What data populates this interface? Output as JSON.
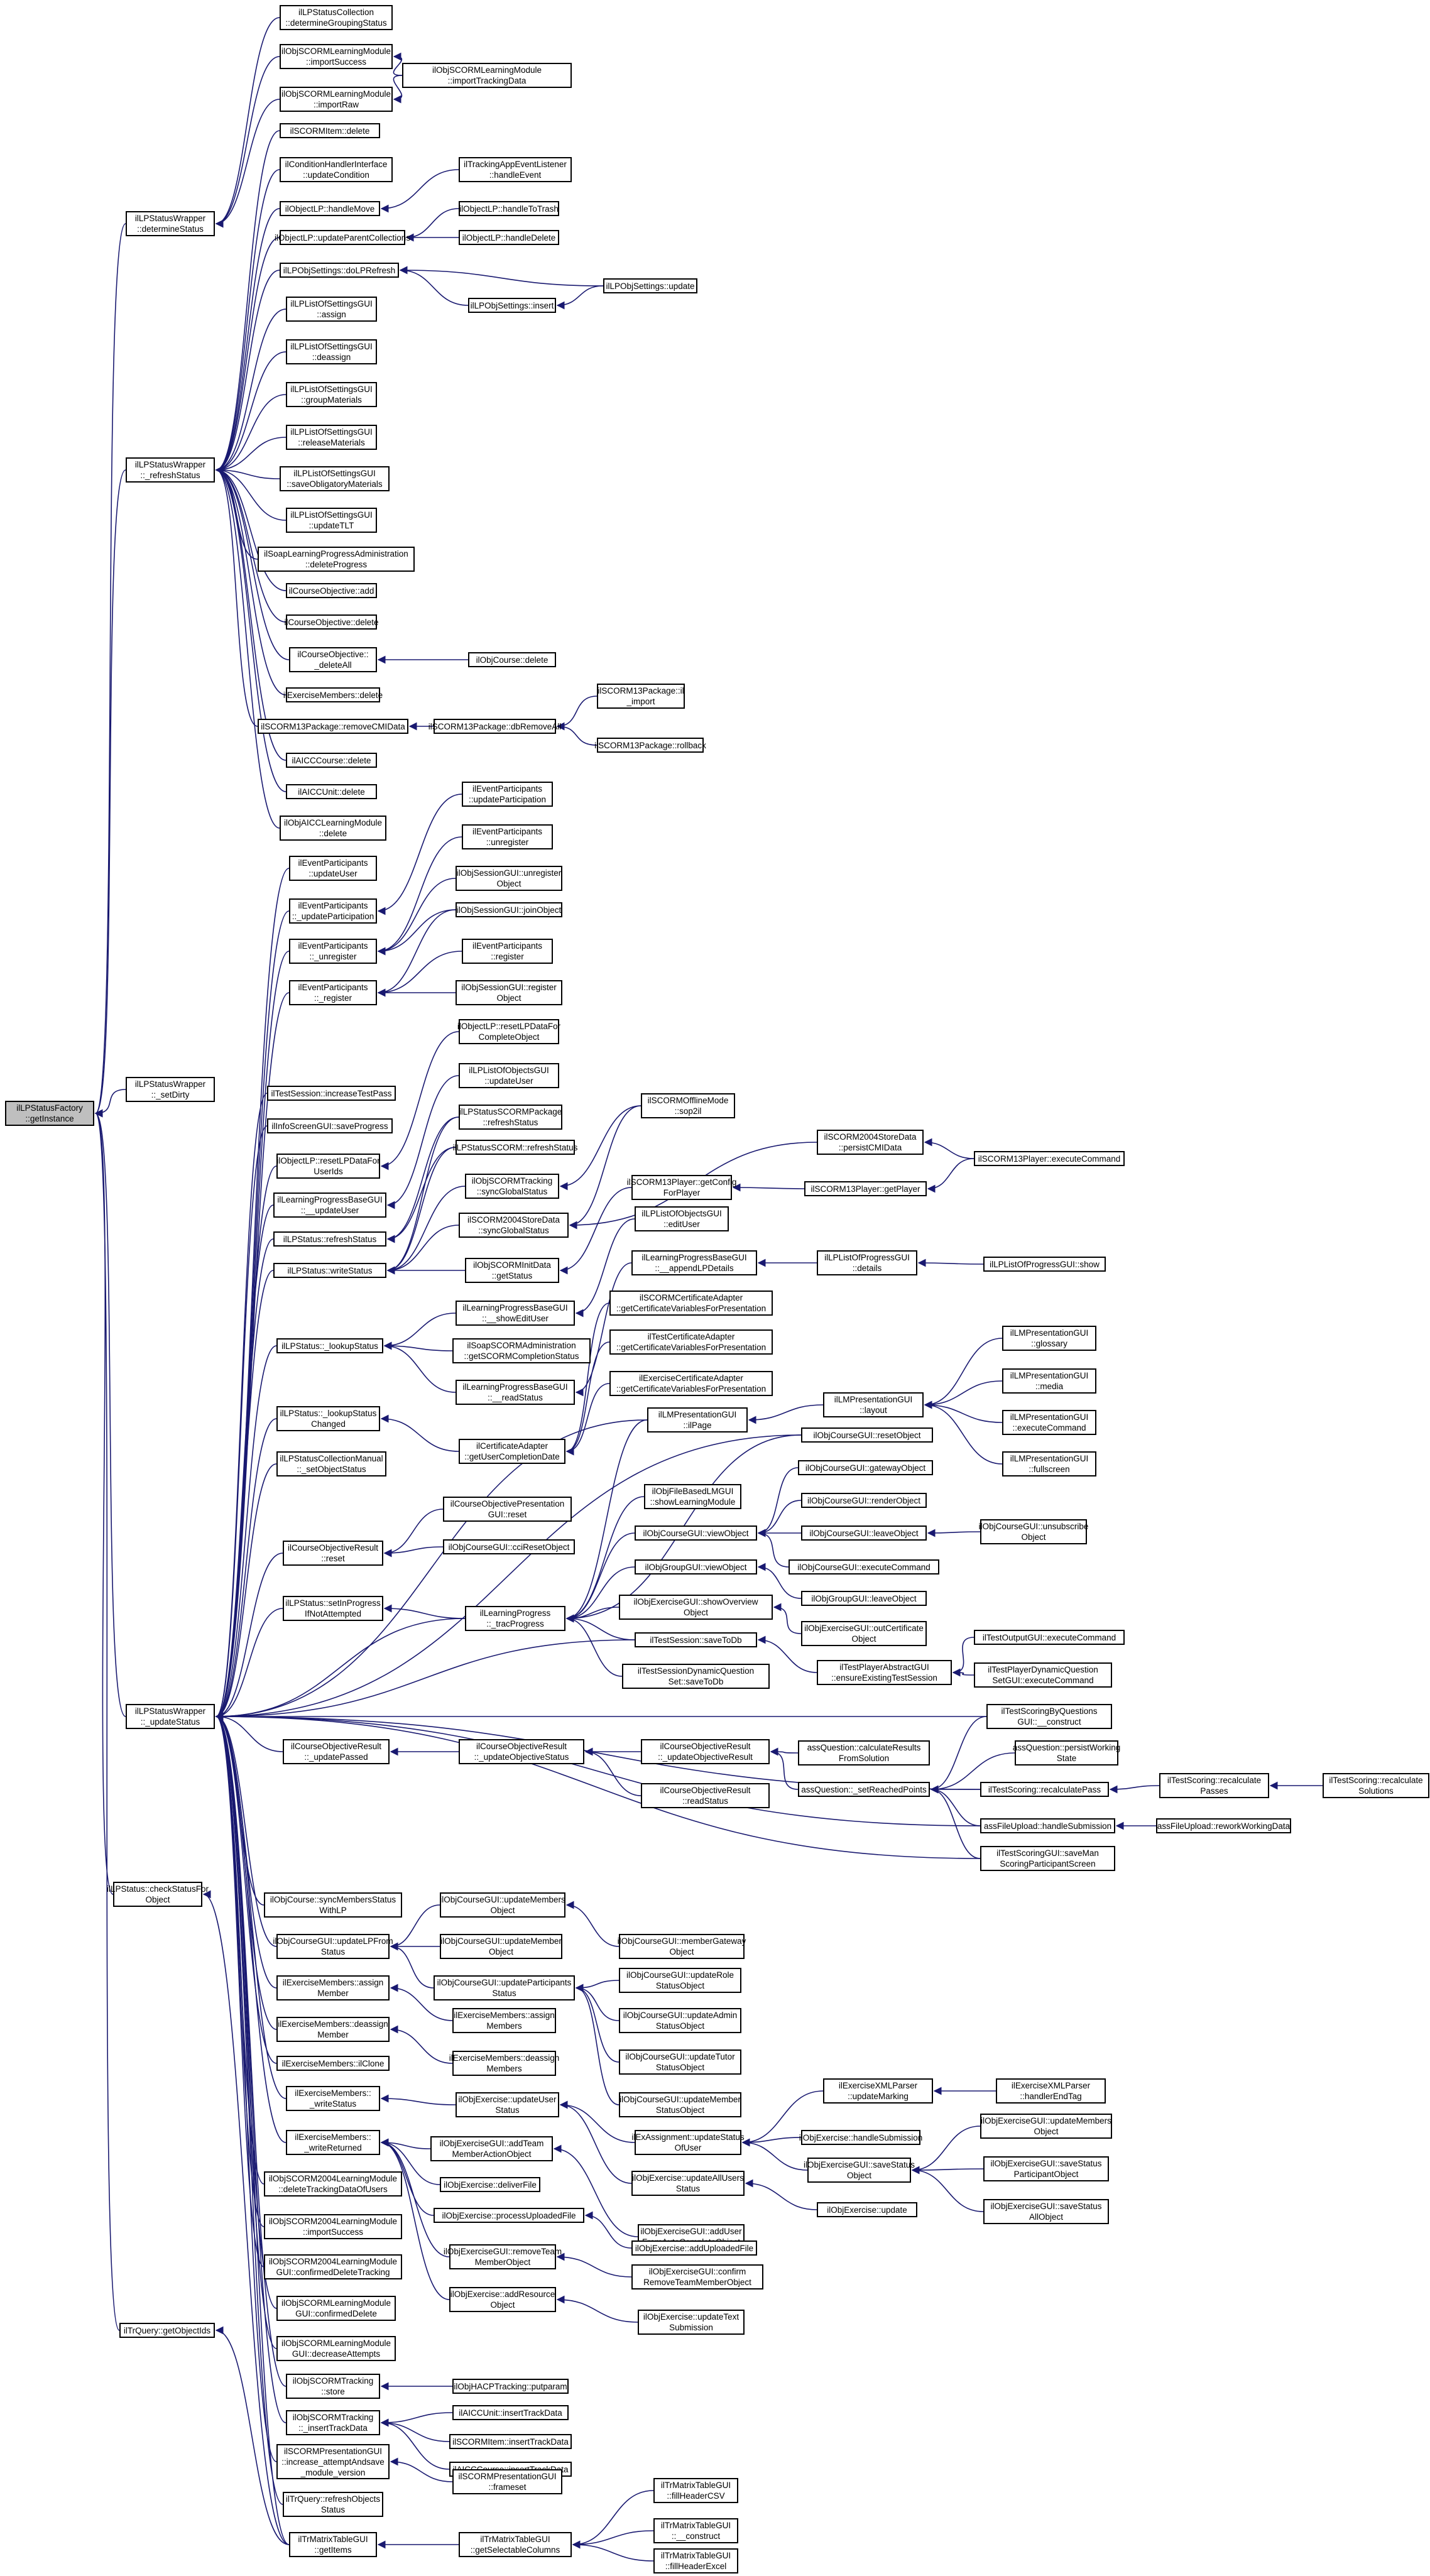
{
  "diagram": {
    "type": "call-graph",
    "colors": {
      "edge": "#191970",
      "node_border": "#000000",
      "node_fill": "#ffffff",
      "root_fill": "#bfbfbf"
    },
    "nodes": [
      {
        "id": "root",
        "label": "ilLPStatusFactory\n::getInstance"
      },
      {
        "id": "det",
        "label": "ilLPStatusWrapper\n::determineStatus"
      },
      {
        "id": "ref",
        "label": "ilLPStatusWrapper\n::_refreshStatus"
      },
      {
        "id": "setd",
        "label": "ilLPStatusWrapper\n::_setDirty"
      },
      {
        "id": "upd",
        "label": "ilLPStatusWrapper\n::_updateStatus"
      },
      {
        "id": "chk",
        "label": "ilLPStatus::checkStatusFor\nObject"
      },
      {
        "id": "trq",
        "label": "ilTrQuery::getObjectIds"
      },
      {
        "id": "d1",
        "label": "ilLPStatusCollection\n::determineGroupingStatus"
      },
      {
        "id": "d2",
        "label": "ilObjSCORMLearningModule\n::importSuccess"
      },
      {
        "id": "d3",
        "label": "ilObjSCORMLearningModule\n::importRaw"
      },
      {
        "id": "d4",
        "label": "ilObjSCORMLearningModule\n::importTrackingData"
      },
      {
        "id": "r1",
        "label": "ilSCORMItem::delete"
      },
      {
        "id": "r2",
        "label": "ilConditionHandlerInterface\n::updateCondition"
      },
      {
        "id": "r3",
        "label": "ilObjectLP::handleMove"
      },
      {
        "id": "r3a",
        "label": "ilTrackingAppEventListener\n::handleEvent"
      },
      {
        "id": "r4",
        "label": "ilObjectLP::updateParentCollections"
      },
      {
        "id": "r4a",
        "label": "ilObjectLP::handleToTrash"
      },
      {
        "id": "r4b",
        "label": "ilObjectLP::handleDelete"
      },
      {
        "id": "r5",
        "label": "ilLPObjSettings::doLPRefresh"
      },
      {
        "id": "r5a",
        "label": "ilLPObjSettings::insert"
      },
      {
        "id": "r5b",
        "label": "ilLPObjSettings::update"
      },
      {
        "id": "r6",
        "label": "ilLPListOfSettingsGUI\n::assign"
      },
      {
        "id": "r7",
        "label": "ilLPListOfSettingsGUI\n::deassign"
      },
      {
        "id": "r8",
        "label": "ilLPListOfSettingsGUI\n::groupMaterials"
      },
      {
        "id": "r9",
        "label": "ilLPListOfSettingsGUI\n::releaseMaterials"
      },
      {
        "id": "r10",
        "label": "ilLPListOfSettingsGUI\n::saveObligatoryMaterials"
      },
      {
        "id": "r11",
        "label": "ilLPListOfSettingsGUI\n::updateTLT"
      },
      {
        "id": "r12",
        "label": "ilSoapLearningProgressAdministration\n::deleteProgress"
      },
      {
        "id": "r13",
        "label": "ilCourseObjective::add"
      },
      {
        "id": "r14",
        "label": "ilCourseObjective::delete"
      },
      {
        "id": "r15",
        "label": "ilCourseObjective::\n_deleteAll"
      },
      {
        "id": "r15a",
        "label": "ilObjCourse::delete"
      },
      {
        "id": "r16",
        "label": "ilExerciseMembers::delete"
      },
      {
        "id": "r17",
        "label": "ilSCORM13Package::removeCMIData"
      },
      {
        "id": "r17a",
        "label": "ilSCORM13Package::dbRemoveAll"
      },
      {
        "id": "r17b",
        "label": "ilSCORM13Package::il\n_import"
      },
      {
        "id": "r17c",
        "label": "ilSCORM13Package::rollback"
      },
      {
        "id": "r18",
        "label": "ilAICCCourse::delete"
      },
      {
        "id": "r19",
        "label": "ilAICCUnit::delete"
      },
      {
        "id": "r20",
        "label": "ilObjAICCLearningModule\n::delete"
      },
      {
        "id": "u1",
        "label": "ilEventParticipants\n::updateUser"
      },
      {
        "id": "u2",
        "label": "ilEventParticipants\n::_updateParticipation"
      },
      {
        "id": "u3",
        "label": "ilEventParticipants\n::_unregister"
      },
      {
        "id": "u4",
        "label": "ilEventParticipants\n::_register"
      },
      {
        "id": "u2a",
        "label": "ilEventParticipants\n::updateParticipation"
      },
      {
        "id": "u3a",
        "label": "ilEventParticipants\n::unregister"
      },
      {
        "id": "u3b",
        "label": "ilObjSessionGUI::unregister\nObject"
      },
      {
        "id": "u3c",
        "label": "ilObjSessionGUI::joinObject"
      },
      {
        "id": "u4a",
        "label": "ilEventParticipants\n::register"
      },
      {
        "id": "u4b",
        "label": "ilObjSessionGUI::register\nObject"
      },
      {
        "id": "u5",
        "label": "ilTestSession::increaseTestPass"
      },
      {
        "id": "u6",
        "label": "ilInfoScreenGUI::saveProgress"
      },
      {
        "id": "u7",
        "label": "ilObjectLP::resetLPDataFor\nUserIds"
      },
      {
        "id": "u7a",
        "label": "ilObjectLP::resetLPDataFor\nCompleteObject"
      },
      {
        "id": "u8",
        "label": "ilLearningProgressBaseGUI\n::__updateUser"
      },
      {
        "id": "u8a",
        "label": "ilLPListOfObjectsGUI\n::updateUser"
      },
      {
        "id": "u9",
        "label": "ilLPStatus::refreshStatus"
      },
      {
        "id": "u9a",
        "label": "ilLPStatusSCORMPackage\n::refreshStatus"
      },
      {
        "id": "u9b",
        "label": "ilLPStatusSCORM::refreshStatus"
      },
      {
        "id": "u10",
        "label": "ilLPStatus::writeStatus"
      },
      {
        "id": "w1",
        "label": "ilObjSCORMTracking\n::syncGlobalStatus"
      },
      {
        "id": "w1a",
        "label": "ilSCORMOfflineMode\n::sop2il"
      },
      {
        "id": "w2",
        "label": "ilSCORM2004StoreData\n::syncGlobalStatus"
      },
      {
        "id": "w2a",
        "label": "ilSCORM2004StoreData\n::persistCMIData"
      },
      {
        "id": "w2b",
        "label": "ilSCORM13Player::executeCommand"
      },
      {
        "id": "w2c",
        "label": "ilSCORM13Player::getConfig\nForPlayer"
      },
      {
        "id": "w2d",
        "label": "ilSCORM13Player::getPlayer"
      },
      {
        "id": "w3",
        "label": "ilObjSCORMInitData\n::getStatus"
      },
      {
        "id": "w3a",
        "label": "ilLPListOfObjectsGUI\n::editUser"
      },
      {
        "id": "w4",
        "label": "ilLearningProgressBaseGUI\n::__showEditUser"
      },
      {
        "id": "w4a",
        "label": "ilLearningProgressBaseGUI\n::__appendLPDetails"
      },
      {
        "id": "w4b",
        "label": "ilLPListOfProgressGUI\n::details"
      },
      {
        "id": "w4c",
        "label": "ilLPListOfProgressGUI::show"
      },
      {
        "id": "u11",
        "label": "ilLPStatus::_lookupStatus"
      },
      {
        "id": "w5",
        "label": "ilSoapSCORMAdministration\n::getSCORMCompletionStatus"
      },
      {
        "id": "w6",
        "label": "ilLearningProgressBaseGUI\n::__readStatus"
      },
      {
        "id": "u12",
        "label": "ilLPStatus::_lookupStatus\nChanged"
      },
      {
        "id": "w7",
        "label": "ilCertificateAdapter\n::getUserCompletionDate"
      },
      {
        "id": "w7a",
        "label": "ilSCORMCertificateAdapter\n::getCertificateVariablesForPresentation"
      },
      {
        "id": "w7b",
        "label": "ilTestCertificateAdapter\n::getCertificateVariablesForPresentation"
      },
      {
        "id": "w7c",
        "label": "ilExerciseCertificateAdapter\n::getCertificateVariablesForPresentation"
      },
      {
        "id": "u13",
        "label": "ilLPStatusCollectionManual\n::_setObjectStatus"
      },
      {
        "id": "u14",
        "label": "ilCourseObjectiveResult\n::reset"
      },
      {
        "id": "u14a",
        "label": "ilCourseObjectivePresentation\nGUI::reset"
      },
      {
        "id": "u14b",
        "label": "ilObjCourseGUI::cciResetObject"
      },
      {
        "id": "u15",
        "label": "ilLPStatus::setInProgress\nIfNotAttempted"
      },
      {
        "id": "lm1",
        "label": "ilLMPresentationGUI\n::ilPage"
      },
      {
        "id": "lm2",
        "label": "ilLMPresentationGUI\n::layout"
      },
      {
        "id": "lm3",
        "label": "ilLMPresentationGUI\n::glossary"
      },
      {
        "id": "lm4",
        "label": "ilLMPresentationGUI\n::media"
      },
      {
        "id": "lm5",
        "label": "ilLMPresentationGUI\n::executeCommand"
      },
      {
        "id": "lm6",
        "label": "ilLMPresentationGUI\n::fullscreen"
      },
      {
        "id": "lp",
        "label": "ilLearningProgress\n::_tracProgress"
      },
      {
        "id": "c1",
        "label": "ilObjCourseGUI::resetObject"
      },
      {
        "id": "c2",
        "label": "ilObjFileBasedLMGUI\n::showLearningModule"
      },
      {
        "id": "c3",
        "label": "ilObjCourseGUI::gatewayObject"
      },
      {
        "id": "c4",
        "label": "ilObjCourseGUI::renderObject"
      },
      {
        "id": "c5",
        "label": "ilObjCourseGUI::viewObject"
      },
      {
        "id": "c6",
        "label": "ilObjCourseGUI::leaveObject"
      },
      {
        "id": "c7",
        "label": "ilObjCourseGUI::unsubscribe\nObject"
      },
      {
        "id": "c8",
        "label": "ilObjCourseGUI::executeCommand"
      },
      {
        "id": "g1",
        "label": "ilObjGroupGUI::viewObject"
      },
      {
        "id": "g2",
        "label": "ilObjGroupGUI::leaveObject"
      },
      {
        "id": "e1",
        "label": "ilObjExerciseGUI::showOverview\nObject"
      },
      {
        "id": "e2",
        "label": "ilObjExerciseGUI::outCertificate\nObject"
      },
      {
        "id": "t1",
        "label": "ilTestSession::saveToDb"
      },
      {
        "id": "t2",
        "label": "ilTestSessionDynamicQuestion\nSet::saveToDb"
      },
      {
        "id": "t3",
        "label": "ilTestPlayerAbstractGUI\n::ensureExistingTestSession"
      },
      {
        "id": "t3a",
        "label": "ilTestOutputGUI::executeCommand"
      },
      {
        "id": "t3b",
        "label": "ilTestPlayerDynamicQuestion\nSetGUI::executeCommand"
      },
      {
        "id": "o1",
        "label": "ilCourseObjectiveResult\n::_updatePassed"
      },
      {
        "id": "o2",
        "label": "ilCourseObjectiveResult\n::_updateObjectiveStatus"
      },
      {
        "id": "o3",
        "label": "ilCourseObjectiveResult\n::_updateObjectiveResult"
      },
      {
        "id": "o4",
        "label": "ilCourseObjectiveResult\n::readStatus"
      },
      {
        "id": "q1",
        "label": "assQuestion::calculateResults\nFromSolution"
      },
      {
        "id": "q2",
        "label": "assQuestion::persistWorking\nState"
      },
      {
        "id": "q3",
        "label": "assQuestion::_setReachedPoints"
      },
      {
        "id": "q4",
        "label": "ilTestScoringByQuestions\nGUI::__construct"
      },
      {
        "id": "q5",
        "label": "ilTestScoring::recalculatePass"
      },
      {
        "id": "q6",
        "label": "ilTestScoring::recalculate\nPasses"
      },
      {
        "id": "q7",
        "label": "ilTestScoring::recalculate\nSolutions"
      },
      {
        "id": "q8",
        "label": "assFileUpload::handleSubmission"
      },
      {
        "id": "q9",
        "label": "assFileUpload::reworkWorkingData"
      },
      {
        "id": "q10",
        "label": "ilTestScoringGUI::saveMan\nScoringParticipantScreen"
      },
      {
        "id": "m1",
        "label": "ilObjCourse::syncMembersStatus\nWithLP"
      },
      {
        "id": "m2",
        "label": "ilObjCourseGUI::updateLPFrom\nStatus"
      },
      {
        "id": "m2a",
        "label": "ilObjCourseGUI::updateMembers\nObject"
      },
      {
        "id": "m2b",
        "label": "ilObjCourseGUI::updateMember\nObject"
      },
      {
        "id": "m2c",
        "label": "ilObjCourseGUI::memberGateway\nObject"
      },
      {
        "id": "m2d",
        "label": "ilObjCourseGUI::updateParticipants\nStatus"
      },
      {
        "id": "m2e",
        "label": "ilObjCourseGUI::updateRole\nStatusObject"
      },
      {
        "id": "m2f",
        "label": "ilObjCourseGUI::updateAdmin\nStatusObject"
      },
      {
        "id": "m2g",
        "label": "ilObjCourseGUI::updateTutor\nStatusObject"
      },
      {
        "id": "m2h",
        "label": "ilObjCourseGUI::updateMember\nStatusObject"
      },
      {
        "id": "m3",
        "label": "ilExerciseMembers::assign\nMember"
      },
      {
        "id": "m3a",
        "label": "ilExerciseMembers::assign\nMembers"
      },
      {
        "id": "m4",
        "label": "ilExerciseMembers::deassign\nMember"
      },
      {
        "id": "m4a",
        "label": "ilExerciseMembers::deassign\nMembers"
      },
      {
        "id": "m5",
        "label": "ilExerciseMembers::ilClone"
      },
      {
        "id": "m6",
        "label": "ilExerciseMembers::\n_writeStatus"
      },
      {
        "id": "m6a",
        "label": "ilObjExercise::updateUser\nStatus"
      },
      {
        "id": "m7",
        "label": "ilExerciseMembers::\n_writeReturned"
      },
      {
        "id": "x1",
        "label": "ilExAssignment::updateStatus\nOfUser"
      },
      {
        "id": "x2",
        "label": "ilExerciseXMLParser\n::updateMarking"
      },
      {
        "id": "x3",
        "label": "ilExerciseXMLParser\n::handlerEndTag"
      },
      {
        "id": "x4",
        "label": "ilObjExercise::handleSubmission"
      },
      {
        "id": "x5",
        "label": "ilObjExerciseGUI::saveStatus\nObject"
      },
      {
        "id": "x6",
        "label": "ilObjExerciseGUI::updateMembers\nObject"
      },
      {
        "id": "x7",
        "label": "ilObjExerciseGUI::saveStatus\nParticipantObject"
      },
      {
        "id": "x8",
        "label": "ilObjExerciseGUI::saveStatus\nAllObject"
      },
      {
        "id": "x9",
        "label": "ilObjExercise::updateAllUsers\nStatus"
      },
      {
        "id": "x10",
        "label": "ilObjExercise::update"
      },
      {
        "id": "x11",
        "label": "ilObjExerciseGUI::addTeam\nMemberActionObject"
      },
      {
        "id": "x12",
        "label": "ilObjExerciseGUI::addUser\nFromAutoCompleteObject"
      },
      {
        "id": "x13",
        "label": "ilObjExercise::deliverFile"
      },
      {
        "id": "x14",
        "label": "ilObjExercise::processUploadedFile"
      },
      {
        "id": "x15",
        "label": "ilObjExercise::addUploadedFile"
      },
      {
        "id": "x16",
        "label": "ilObjExerciseGUI::removeTeam\nMemberObject"
      },
      {
        "id": "x17",
        "label": "ilObjExerciseGUI::confirm\nRemoveTeamMemberObject"
      },
      {
        "id": "x18",
        "label": "ilObjExercise::addResource\nObject"
      },
      {
        "id": "x19",
        "label": "ilObjExercise::updateText\nSubmission"
      },
      {
        "id": "s1",
        "label": "ilObjSCORM2004LearningModule\n::deleteTrackingDataOfUsers"
      },
      {
        "id": "s2",
        "label": "ilObjSCORM2004LearningModule\n::importSuccess"
      },
      {
        "id": "s3",
        "label": "ilObjSCORM2004LearningModule\nGUI::confirmedDeleteTracking"
      },
      {
        "id": "s4",
        "label": "ilObjSCORMLearningModule\nGUI::confirmedDelete"
      },
      {
        "id": "s5",
        "label": "ilObjSCORMLearningModule\nGUI::decreaseAttempts"
      },
      {
        "id": "s6",
        "label": "ilObjSCORMTracking\n::store"
      },
      {
        "id": "s6a",
        "label": "ilObjHACPTracking::putparam"
      },
      {
        "id": "s7",
        "label": "ilObjSCORMTracking\n::_insertTrackData"
      },
      {
        "id": "s7a",
        "label": "ilAICCUnit::insertTrackData"
      },
      {
        "id": "s7b",
        "label": "ilSCORMItem::insertTrackData"
      },
      {
        "id": "s7c",
        "label": "ilAICCCourse::insertTrackData"
      },
      {
        "id": "s8",
        "label": "ilSCORMPresentationGUI\n::increase_attemptAndsave\n_module_version"
      },
      {
        "id": "s8a",
        "label": "ilSCORMPresentationGUI\n::frameset"
      },
      {
        "id": "s9",
        "label": "ilTrQuery::refreshObjects\nStatus"
      },
      {
        "id": "s10",
        "label": "ilTrMatrixTableGUI\n::getItems"
      },
      {
        "id": "s11",
        "label": "ilTrMatrixTableGUI\n::getSelectableColumns"
      },
      {
        "id": "s11a",
        "label": "ilTrMatrixTableGUI\n::fillHeaderCSV"
      },
      {
        "id": "s11b",
        "label": "ilTrMatrixTableGUI\n::__construct"
      },
      {
        "id": "s11c",
        "label": "ilTrMatrixTableGUI\n::fillHeaderExcel"
      }
    ]
  }
}
